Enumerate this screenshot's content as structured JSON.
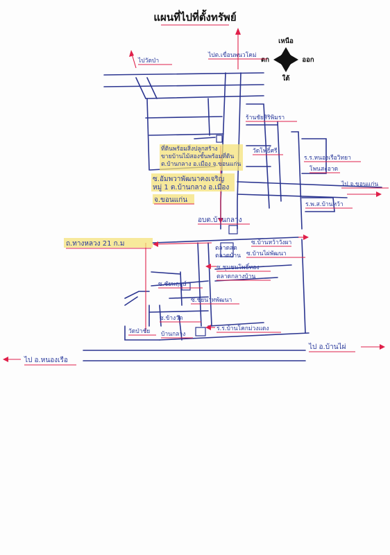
{
  "map": {
    "title": "แผนที่ไปที่ตั้งทรัพย์",
    "compass": {
      "north": "เหนือ",
      "south": "ใต้",
      "east": "ออก",
      "west": "ตก"
    },
    "labels": {
      "to_wat_pa": "ไปวัดป่า",
      "to_phon_phrao": "ไปต.เขื่อนพนวโคม่",
      "chaisiri_shop": "ร้านชัยสิริพิมรา",
      "property_line1": "ที่ดินพร้อมสิ่งปลูกสร้าง",
      "property_line2": "ขายบ้านไม้สองชั้นพร้อมที่ดิน",
      "property_line3": "ต.บ้านกลาง อ.เมือง จ.ขอนแก่น",
      "village_line1": "ซ.อัมพวาพัฒนาคงเจริญ",
      "village_line2": "หมู่ 1 ต.บ้านกลาง อ.เมือง",
      "province": "จ.ขอนแก่น",
      "wat_pho_si": "วัดโพธิ์ศรี",
      "nongkhai_clinic": "ร.ร.หนองเรือวิทยา",
      "pho_klang": "โพนสะอาด",
      "to_khon_kaen": "ไป จ.ขอนแก่น",
      "rp_hospital": "ร.พ.ส.บ้านหว้า",
      "tambon_office": "อบต.บ้านกลาง",
      "hwy_212": "ถ.ทางหลวง 21 ก.ม",
      "market": "ตลาดสด",
      "market2": "ตลาดบ้าน",
      "soi_ban_wang": "ซ.บ้านหว้าวังผา",
      "soi_ban_wang2": "ซ.บ้านไผ่พัฒนา",
      "chaiyapruek": "ซ.ชัยพฤกษ์",
      "soi_sukhothai": "ซ.ชุมชนโพธิ์ทอง",
      "klang_market": "ตลาดกลางบ้าน",
      "soi_yai": "ซ.ชัยนาทพัฒนา",
      "soi_lang": "ซ.ข้างวัด",
      "water_plant": "ร.ร.บ้านโคกม่วงแดง",
      "wat_chai": "วัดป่าชัย",
      "ban_klang": "บ้านกลาง",
      "to_nong_rua": "ไป อ.หนองเรือ",
      "to_ban_phai": "ไป อ.บ้านไผ่"
    }
  }
}
